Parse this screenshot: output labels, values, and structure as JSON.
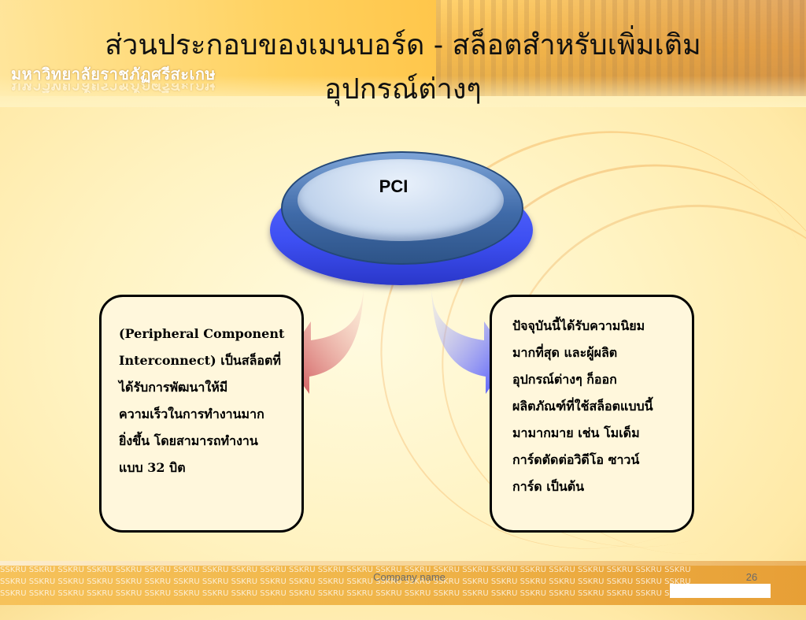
{
  "slide": {
    "title_line1": "ส่วนประกอบของเมนบอร์ด - สล็อตสำหรับเพิ่มเติม",
    "title_line2": "อุปกรณ์ต่างๆ",
    "university_logo_text": "มหาวิทยาลัยราชภัฏศรีสะเกษ"
  },
  "diagram": {
    "center_label": "PCI",
    "left_box_lines": [
      "(Peripheral Component",
      "Interconnect) เป็นสล็อตที่",
      "ได้รับการพัฒนาให้มี",
      "ความเร็วในการทำงานมาก",
      "ยิ่งขึ้น โดยสามารถทำงาน",
      "แบบ 32 บิต"
    ],
    "right_box_lines": [
      "ปัจจุบันนี้ได้รับความนิยม",
      "มากที่สุด และผู้ผลิต",
      "อุปกรณ์ต่างๆ ก็ออก",
      "ผลิตภัณฑ์ที่ใช้สล็อตแบบนี้",
      "มามากมาย เช่น โมเด็ม",
      "การ์ดตัดต่อวิดีโอ ซาวน์",
      "การ์ด เป็นต้น"
    ],
    "arrow_left_color": "#c9444b",
    "arrow_right_color": "#3c45ff"
  },
  "footer": {
    "company_name": "Company name",
    "page_number": "26",
    "watermark_text": "SSKRU"
  }
}
